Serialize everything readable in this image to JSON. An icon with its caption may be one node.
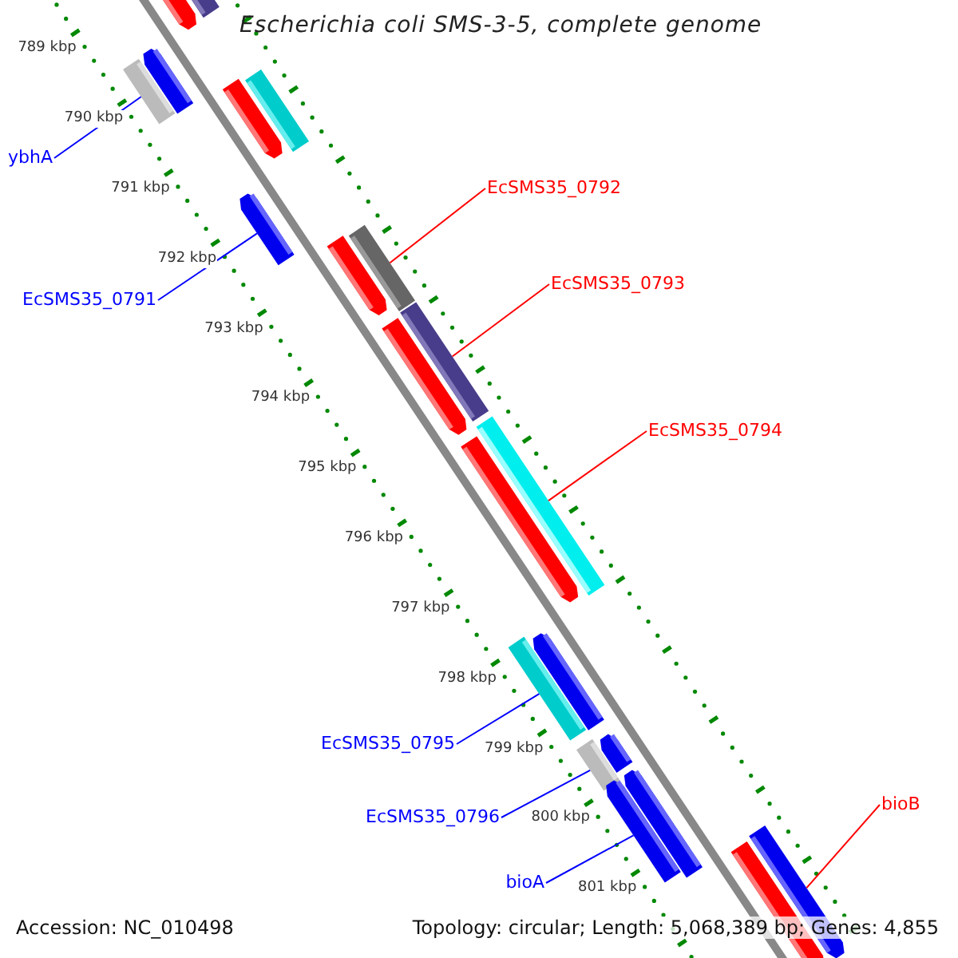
{
  "diagram": {
    "title": "Escherichia coli SMS-3-5, complete genome",
    "nodes": [
      {
        "text": [
          "ybhA"
        ]
      },
      {
        "text": [
          "EcSMS35_0791"
        ]
      },
      {
        "text": [
          "EcSMS35_0792"
        ]
      },
      {
        "text": [
          "EcSMS35_0793"
        ]
      },
      {
        "text": [
          "EcSMS35_0794"
        ]
      },
      {
        "text": [
          "EcSMS35_0795"
        ]
      },
      {
        "text": [
          "EcSMS35_0796"
        ]
      },
      {
        "text": [
          "bioA"
        ]
      },
      {
        "text": [
          "bioB"
        ]
      },
      {
        "text": [],
        "shape": "bar"
      },
      {
        "text": [],
        "shape": "bar"
      },
      {
        "text": [],
        "shape": "bar"
      },
      {
        "text": [],
        "shape": "bar"
      },
      {
        "text": [],
        "shape": "bar"
      },
      {
        "text": [],
        "shape": "bar"
      },
      {
        "text": [],
        "shape": "bar"
      },
      {
        "text": [],
        "shape": "bar"
      },
      {
        "text": [],
        "shape": "bar"
      },
      {
        "text": [],
        "shape": "bar"
      },
      {
        "text": [],
        "shape": "bar"
      },
      {
        "text": [],
        "shape": "bar"
      },
      {
        "text": [],
        "shape": "bar"
      },
      {
        "text": [],
        "shape": "bar"
      },
      {
        "text": [],
        "shape": "bar"
      },
      {
        "text": [],
        "shape": "bar"
      },
      {
        "text": [],
        "shape": "bar"
      },
      {
        "text": [],
        "shape": "bar"
      },
      {
        "text": [],
        "shape": "bar"
      },
      {
        "text": [],
        "shape": "bar"
      },
      {
        "text": [],
        "shape": "bar"
      }
    ],
    "edges": [
      {
        "from": 0,
        "to": 12,
        "arrow": "none",
        "color": "#0000ff"
      },
      {
        "from": 1,
        "to": 15,
        "arrow": "none",
        "color": "#0000ff"
      },
      {
        "from": 2,
        "to": 17,
        "arrow": "none",
        "color": "#ff0000"
      },
      {
        "from": 3,
        "to": 18,
        "arrow": "none",
        "color": "#ff0000"
      },
      {
        "from": 4,
        "to": 20,
        "arrow": "none",
        "color": "#ff0000"
      },
      {
        "from": 5,
        "to": 22,
        "arrow": "none",
        "color": "#0000ff"
      },
      {
        "from": 6,
        "to": 24,
        "arrow": "none",
        "color": "#0000ff"
      },
      {
        "from": 7,
        "to": 26,
        "arrow": "none",
        "color": "#0000ff"
      },
      {
        "from": 8,
        "to": 28,
        "arrow": "none",
        "color": "#ff0000"
      }
    ],
    "labels": [
      "789 kbp",
      "790 kbp",
      "791 kbp",
      "792 kbp",
      "793 kbp",
      "794 kbp",
      "795 kbp",
      "796 kbp",
      "797 kbp",
      "798 kbp",
      "799 kbp",
      "800 kbp",
      "801 kbp",
      "Accession: NC_010498",
      "Topology: circular; Length: 5,068,389 bp; Genes: 4,855"
    ]
  }
}
